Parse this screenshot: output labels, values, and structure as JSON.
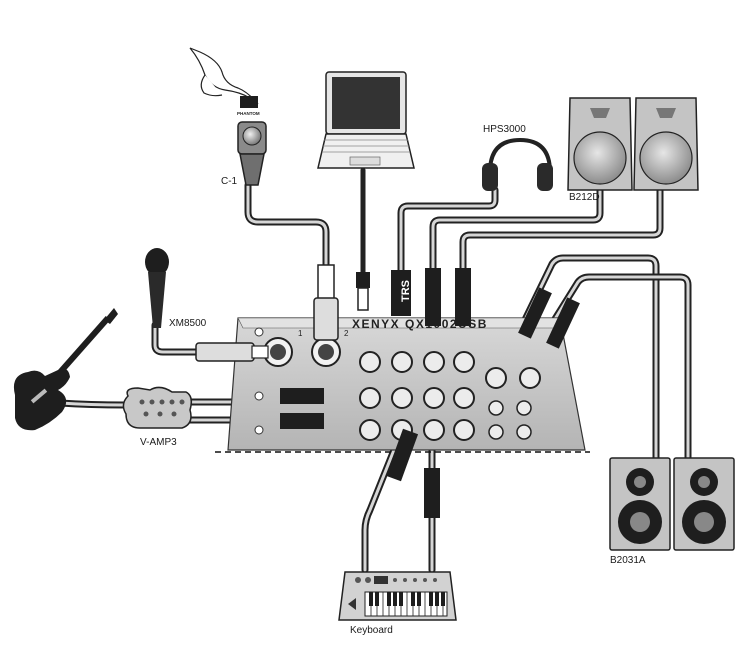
{
  "labels": {
    "c1": "C-1",
    "xm8500": "XM8500",
    "vamp3": "V-AMP3",
    "hps3000": "HPS3000",
    "b212d": "B212D",
    "b2031a": "B2031A",
    "keyboard": "Keyboard"
  },
  "mixer": {
    "brand": "XENYX QX1002USB",
    "phantom_button": "PHANTOM",
    "trs_plug": "TRS",
    "channel_numbers": [
      "1",
      "2"
    ]
  },
  "colors": {
    "cable_outer": "#222222",
    "cable_inner": "#c8c8c8",
    "mixer_body": "#c9c9c9",
    "speaker_grey": "#bdbdbd",
    "plug_black": "#1e1e1e"
  }
}
